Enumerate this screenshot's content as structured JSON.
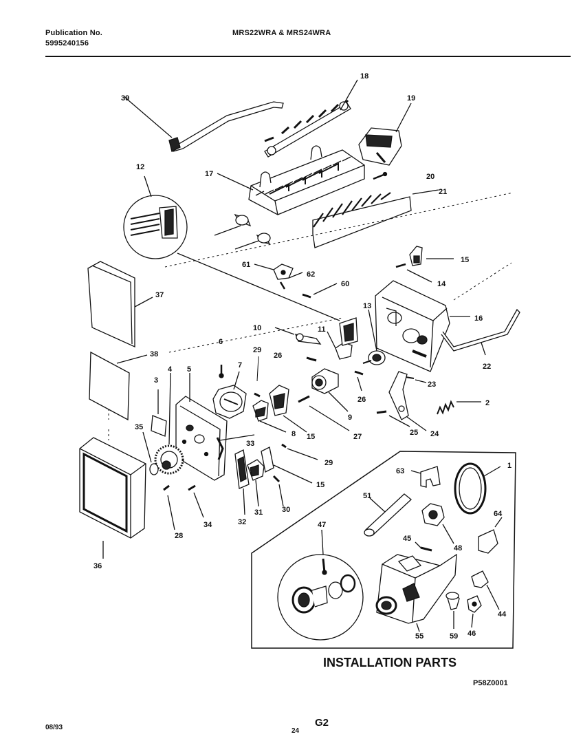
{
  "header": {
    "publication_label": "Publication No.",
    "publication_number": "5995240156",
    "models": "MRS22WRA & MRS24WRA"
  },
  "section_title": "INSTALLATION PARTS",
  "figure_code": "P58Z0001",
  "footer": {
    "date": "08/93",
    "page": "24",
    "group": "G2"
  },
  "callouts": [
    "1",
    "2",
    "3",
    "4",
    "5",
    "6",
    "7",
    "8",
    "9",
    "10",
    "11",
    "12",
    "13",
    "14",
    "15",
    "16",
    "17",
    "18",
    "19",
    "20",
    "21",
    "22",
    "23",
    "24",
    "25",
    "26",
    "27",
    "28",
    "29",
    "30",
    "31",
    "32",
    "33",
    "34",
    "35",
    "36",
    "37",
    "38",
    "39",
    "44",
    "45",
    "46",
    "47",
    "48",
    "51",
    "55",
    "59",
    "60",
    "61",
    "62",
    "63",
    "64"
  ],
  "labels": {
    "n39": "39",
    "n18": "18",
    "n19": "19",
    "n12": "12",
    "n17": "17",
    "n20": "20",
    "n21": "21",
    "n61": "61",
    "n62": "62",
    "n60": "60",
    "n15a": "15",
    "n14": "14",
    "n37": "37",
    "n13": "13",
    "n16": "16",
    "n10": "10",
    "n11": "11",
    "n6": "6",
    "n29a": "29",
    "n26a": "26",
    "n38": "38",
    "n22": "22",
    "n7": "7",
    "n5": "5",
    "n4": "4",
    "n3": "3",
    "n23": "23",
    "n26b": "26",
    "n2": "2",
    "n9": "9",
    "n35": "35",
    "n8": "8",
    "n15b": "15",
    "n27": "27",
    "n25": "25",
    "n24": "24",
    "n33": "33",
    "n29b": "29",
    "n15c": "15",
    "n63": "63",
    "n1": "1",
    "n51": "51",
    "n28": "28",
    "n34": "34",
    "n32": "32",
    "n31": "31",
    "n30": "30",
    "n64": "64",
    "n47": "47",
    "n45": "45",
    "n48": "48",
    "n36": "36",
    "n44": "44",
    "n55": "55",
    "n59": "59",
    "n46": "46"
  }
}
